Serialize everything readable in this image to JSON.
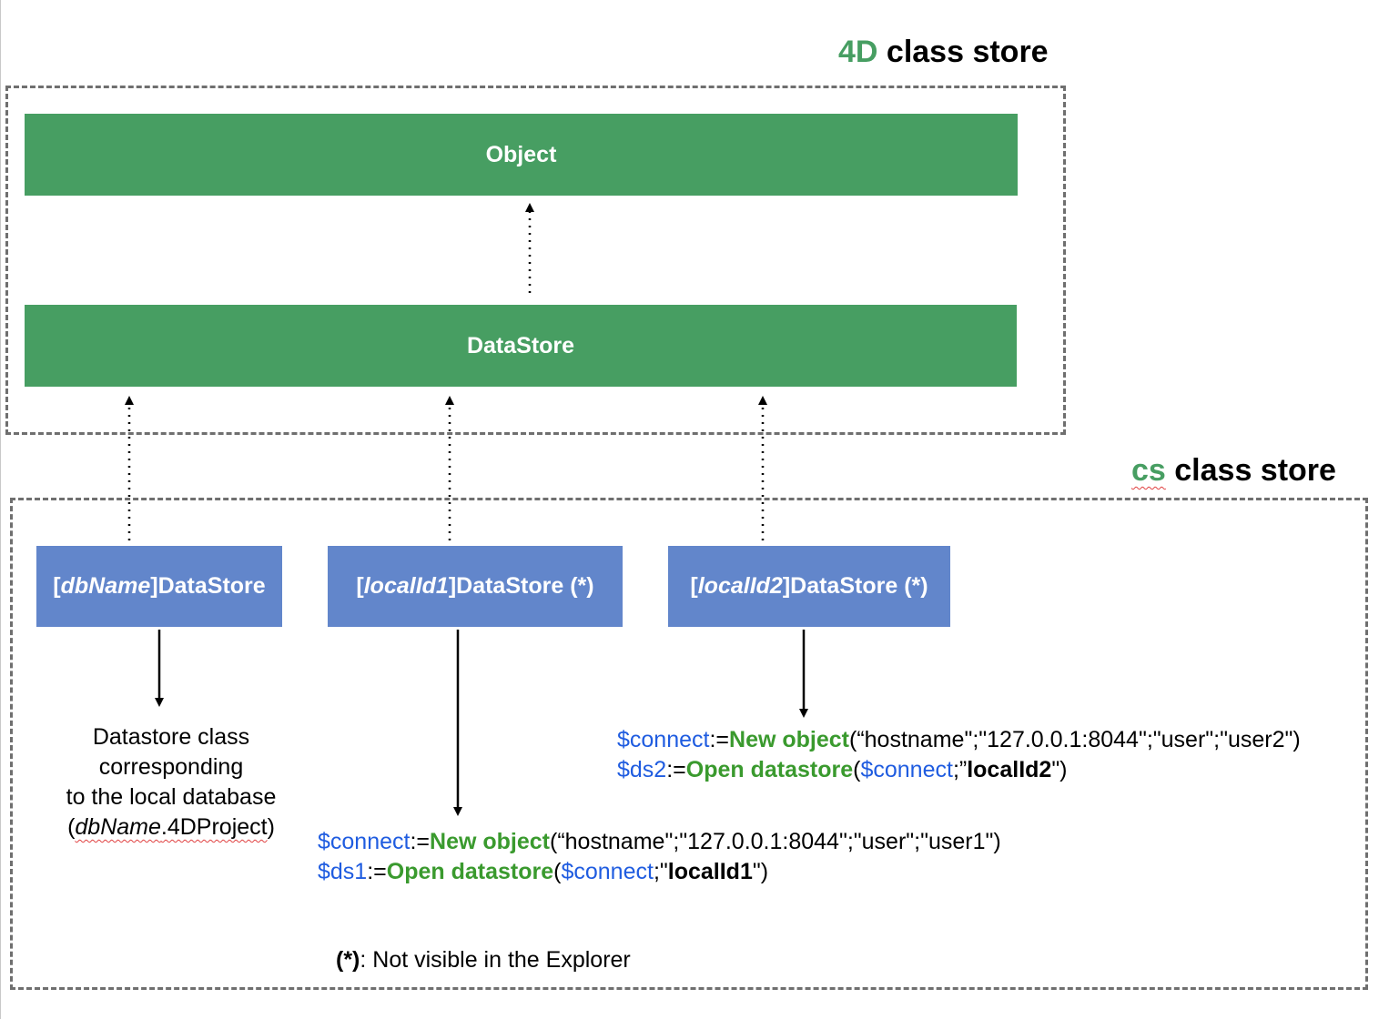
{
  "four_d_store": {
    "title_accent": "4D",
    "title_rest": " class store",
    "object_label": "Object",
    "datastore_label": "DataStore"
  },
  "cs_store": {
    "title_accent": "cs",
    "title_rest": " class store",
    "boxes": [
      {
        "open": "[",
        "italic": "dbName",
        "close": "]DataStore"
      },
      {
        "open": "[",
        "italic": "localId1",
        "close": "]DataStore (*)"
      },
      {
        "open": "[",
        "italic": "localId2",
        "close": "]DataStore (*)"
      }
    ],
    "description": {
      "line1": "Datastore class",
      "line2": "corresponding",
      "line3": "to the local database",
      "paren_open": "(",
      "italic": "dbName",
      "ext": ".4DProject",
      "paren_close": ")"
    },
    "code1": {
      "var1": "$connect",
      "assign1": ":=",
      "kw1": "New object",
      "args1": "(“hostname\";\"127.0.0.1:8044\";\"user\";\"user1\")",
      "var2": "$ds1",
      "assign2": ":=",
      "kw2": "Open datastore",
      "open2": "(",
      "var3": "$connect",
      "sep2": ";\"",
      "bold2": "localId1",
      "close2": "\")"
    },
    "code2": {
      "var1": "$connect",
      "assign1": ":=",
      "kw1": "New object",
      "args1": "(“hostname\";\"127.0.0.1:8044\";\"user\";\"user2\")",
      "var2": "$ds2",
      "assign2": ":=",
      "kw2": "Open datastore",
      "open2": "(",
      "var3": "$connect",
      "sep2": ";”",
      "bold2": "localId2",
      "close2": "\")"
    },
    "note": {
      "marker": "(*)",
      "text": ": Not visible in the Explorer"
    }
  },
  "colors": {
    "green": "#479e62",
    "blue": "#6286cb",
    "code_var": "#1f5ce0",
    "code_keyword": "#3a9a2e",
    "dash": "#6f6f6f"
  }
}
